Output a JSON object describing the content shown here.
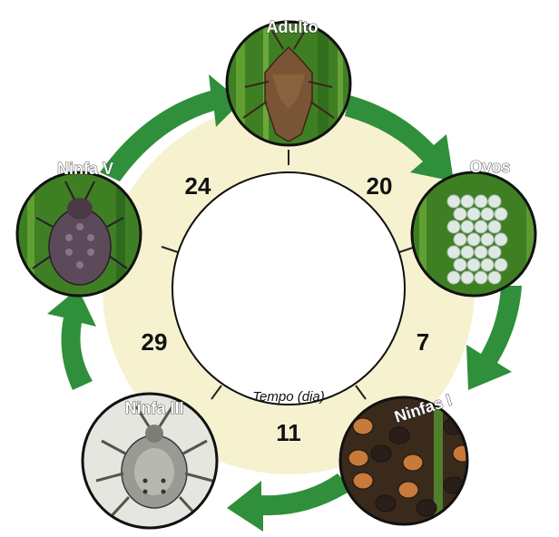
{
  "stages": [
    {
      "id": "adulto",
      "label": "Adulto",
      "theme": "stink-bug-adult-on-leaf"
    },
    {
      "id": "ovos",
      "label": "Ovos",
      "theme": "egg-cluster-on-leaf"
    },
    {
      "id": "ninfas-i",
      "label": "Ninfas I",
      "theme": "first-instar-nymph-cluster"
    },
    {
      "id": "ninfa-iii",
      "label": "Ninfa III",
      "theme": "third-instar-nymph"
    },
    {
      "id": "ninfa-v",
      "label": "Ninfa V",
      "theme": "fifth-instar-nymph-on-leaf"
    }
  ],
  "segments": [
    {
      "from": "adulto",
      "to": "ovos",
      "days": "20"
    },
    {
      "from": "ovos",
      "to": "ninfas-i",
      "days": "7"
    },
    {
      "from": "ninfas-i",
      "to": "ninfa-iii",
      "days": "11"
    },
    {
      "from": "ninfa-iii",
      "to": "ninfa-v",
      "days": "29"
    },
    {
      "from": "ninfa-v",
      "to": "adulto",
      "days": "24"
    }
  ],
  "center_caption": "Tempo (dia)",
  "colors": {
    "ring_fill": "#f6f2cf",
    "arrow": "#2f8f3a",
    "leaf_dark": "#2e6b1e",
    "leaf_light": "#6fae3a",
    "bug_brown": "#6b4a2e",
    "egg": "#dfe9e3",
    "nymph_dark": "#2a1e1a",
    "nymph_orange": "#c77a3a",
    "nymph_gray": "#9a9a94"
  }
}
